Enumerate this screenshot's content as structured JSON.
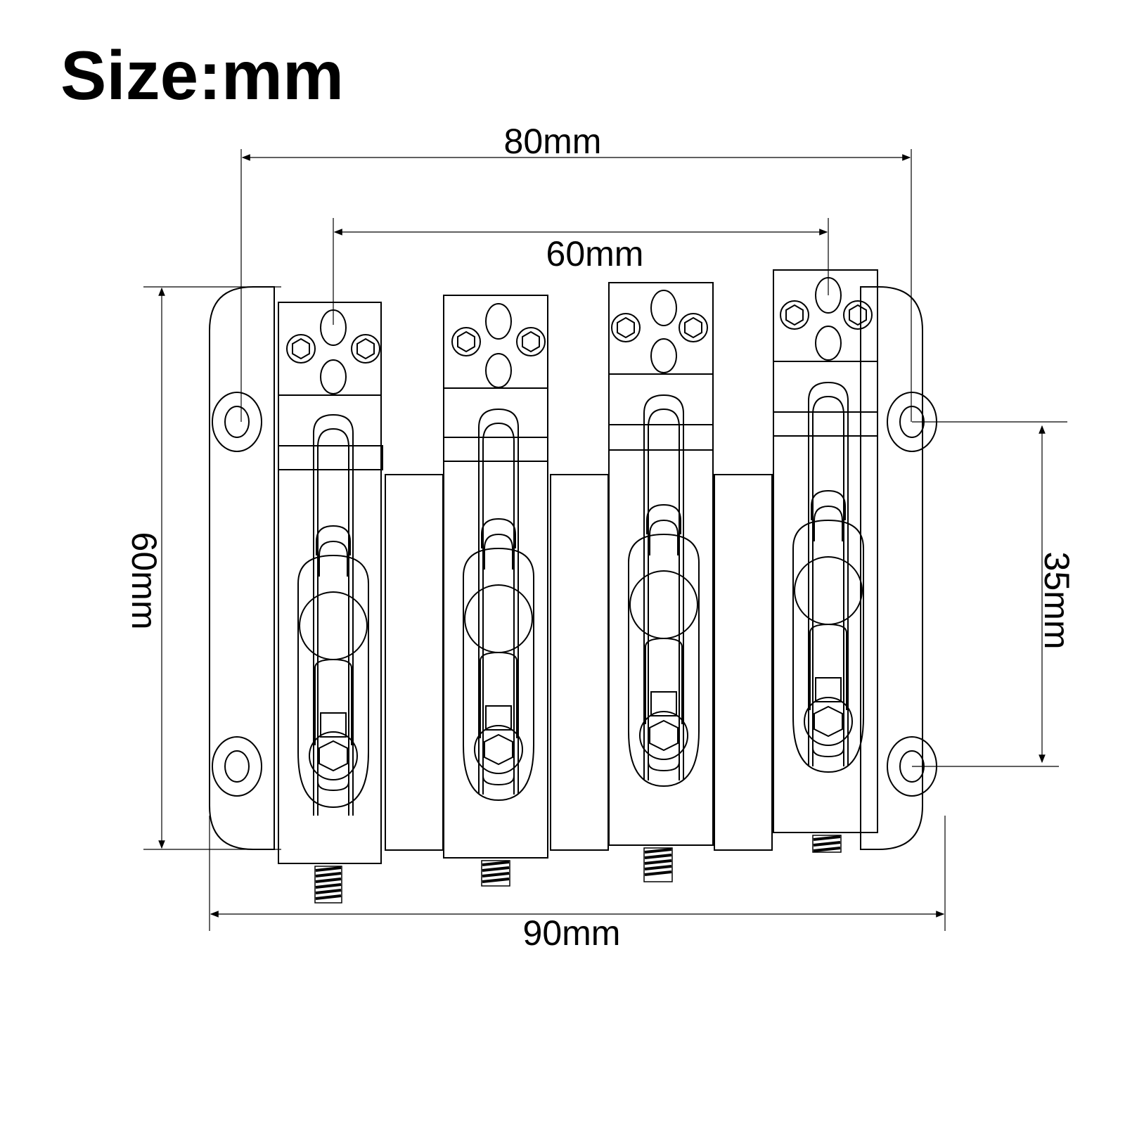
{
  "title": "Size:mm",
  "dimensions": {
    "hole_spacing_width": "80mm",
    "saddle_spacing": "60mm",
    "plate_height": "60mm",
    "hole_spacing_height": "35mm",
    "plate_width": "90mm"
  },
  "colors": {
    "stroke": "#000000",
    "background": "#ffffff"
  }
}
